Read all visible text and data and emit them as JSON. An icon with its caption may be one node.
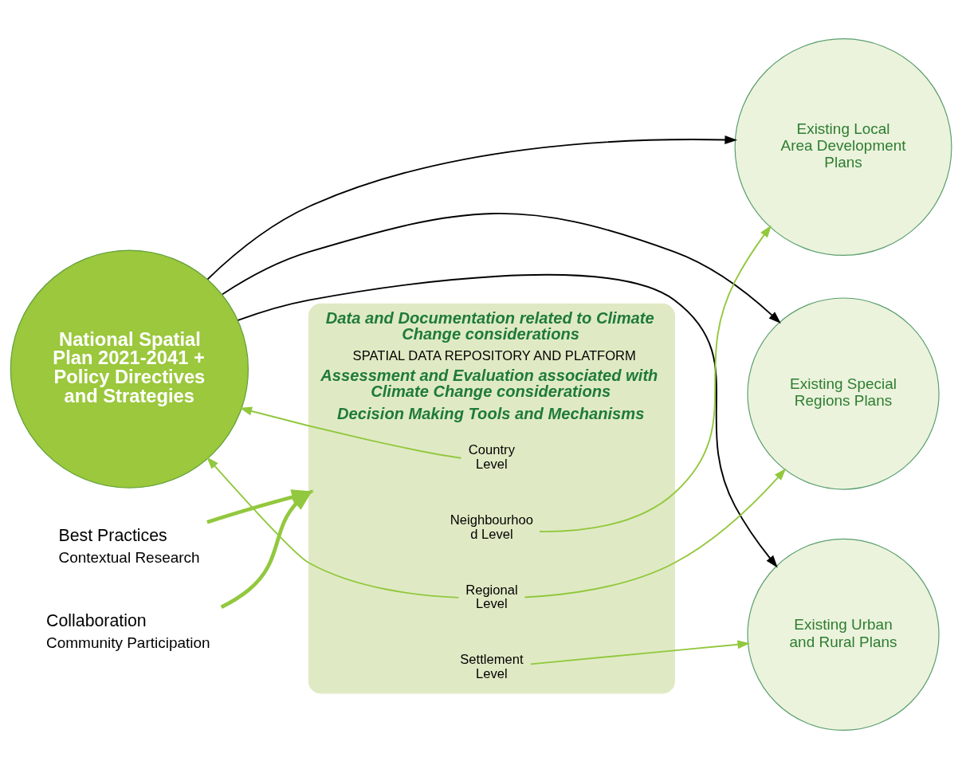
{
  "diagram": {
    "nodes": [
      {
        "text": [
          "National Spatial Plan 2021-2041 + Policy Directives and Strategies"
        ]
      },
      {
        "text": [
          "Existing Urban and Rural Plans"
        ]
      },
      {
        "text": [
          "Existing Special Regions Plans"
        ]
      },
      {
        "text": [
          "Existing Local Area Development Plans"
        ]
      },
      {
        "text": [
          "Data and Documentation related to Climate Change considerations",
          "SPATIAL DATA REPOSITORY AND PLATFORM",
          "Assessment and Evaluation associated with Climate Change considerations",
          "Decision Making Tools and Mechanisms"
        ]
      },
      {
        "text": [
          "Country Level"
        ],
        "in": 4
      },
      {
        "text": [
          "Regional Level"
        ],
        "in": 4
      },
      {
        "text": [
          "Settlement Level"
        ],
        "in": 4
      },
      {
        "text": [
          "Neighbourhood Level"
        ],
        "in": 4
      },
      {
        "text": [
          "Best Practices",
          "Contextual Research"
        ]
      },
      {
        "text": [
          "Collaboration",
          "Community Participation"
        ]
      }
    ],
    "edges": [
      {
        "from": 0,
        "to": 2,
        "arrow": "to",
        "color": "#000000"
      },
      {
        "from": 0,
        "to": 1,
        "arrow": "to",
        "color": "#000000"
      },
      {
        "from": 0,
        "to": 3,
        "arrow": "to",
        "color": "#000000"
      },
      {
        "from": 5,
        "to": 0,
        "arrow": "to",
        "color": "#92c83e"
      },
      {
        "from": 6,
        "to": 0,
        "arrow": "to",
        "color": "#92c83e"
      },
      {
        "from": 7,
        "to": 1,
        "arrow": "to",
        "color": "#92c83e"
      },
      {
        "from": 6,
        "to": 2,
        "arrow": "to",
        "color": "#92c83e"
      },
      {
        "from": 8,
        "to": 3,
        "arrow": "to",
        "color": "#92c83e"
      },
      {
        "from": 9,
        "to": 4,
        "arrow": "to",
        "style": "thick",
        "color": "#92c83e"
      },
      {
        "from": 10,
        "to": 4,
        "arrow": "to",
        "style": "thick",
        "color": "#92c83e"
      }
    ]
  }
}
